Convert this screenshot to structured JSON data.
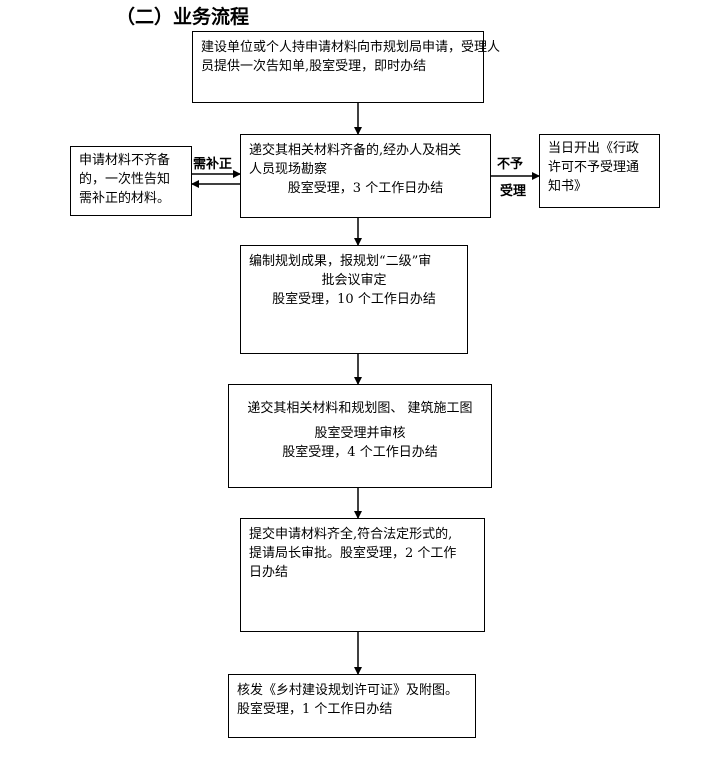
{
  "heading": "（二）业务流程",
  "steps": {
    "s1": {
      "lines": [
        "建设单位或个人持申请材料向市规划局申请，受理人",
        "员提供一次告知单,股室受理，即时办结"
      ]
    },
    "s2": {
      "lines": [
        "递交其相关材料齐备的,经办人及相关",
        "人员现场勘察",
        "股室受理，3 个工作日办结"
      ]
    },
    "s3": {
      "lines": [
        "编制规划成果，报规划“二级”审",
        "批会议审定",
        "股室受理，10 个工作日办结"
      ]
    },
    "s4": {
      "lines": [
        "递交其相关材料和规划图、 建筑施工图",
        "股室受理并审核",
        "股室受理，4 个工作日办结"
      ]
    },
    "s5": {
      "lines": [
        "提交申请材料齐全,符合法定形式的,",
        "提请局长审批。股室受理，2 个工作",
        "日办结"
      ]
    },
    "s6": {
      "lines": [
        "核发《乡村建设规划许可证》及附图。",
        "股室受理，1 个工作日办结"
      ]
    },
    "left": {
      "lines": [
        "申请材料不齐备",
        "的，一次性告知",
        "需补正的材料。"
      ]
    },
    "right": {
      "lines": [
        "当日开出《行政",
        "许可不予受理通",
        "知书》"
      ]
    }
  },
  "labels": {
    "supplement": "需补正",
    "reject_top": "不予",
    "reject_bottom": "受理"
  }
}
